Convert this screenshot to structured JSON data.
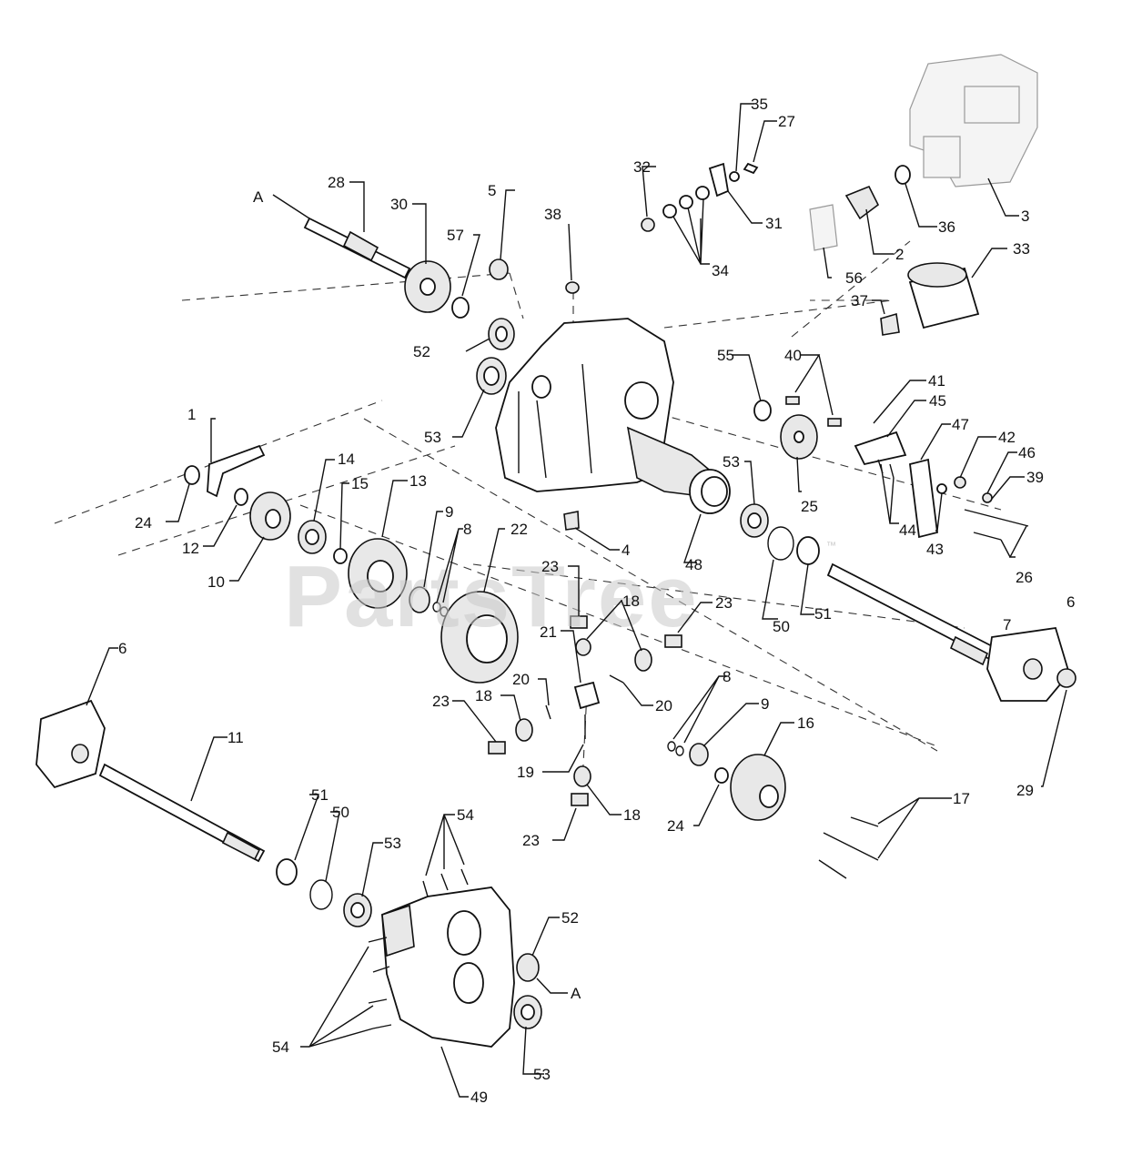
{
  "watermark": {
    "text": "PartsTree",
    "trademark": "™"
  },
  "callouts": {
    "a_top": "A",
    "a_bottom": "A",
    "p1": "1",
    "p2": "2",
    "p3": "3",
    "p4": "4",
    "p5": "5",
    "p6a": "6",
    "p6b": "6",
    "p7": "7",
    "p8a": "8",
    "p8b": "8",
    "p9a": "9",
    "p9b": "9",
    "p10": "10",
    "p11": "11",
    "p12": "12",
    "p13": "13",
    "p14": "14",
    "p15": "15",
    "p16": "16",
    "p17": "17",
    "p18a": "18",
    "p18b": "18",
    "p18c": "18",
    "p19": "19",
    "p20a": "20",
    "p20b": "20",
    "p21": "21",
    "p22": "22",
    "p23a": "23",
    "p23b": "23",
    "p23c": "23",
    "p23d": "23",
    "p24a": "24",
    "p24b": "24",
    "p25": "25",
    "p26": "26",
    "p27": "27",
    "p28": "28",
    "p29": "29",
    "p30": "30",
    "p31": "31",
    "p32": "32",
    "p33": "33",
    "p34": "34",
    "p35": "35",
    "p36": "36",
    "p37": "37",
    "p38": "38",
    "p39": "39",
    "p40": "40",
    "p41": "41",
    "p42": "42",
    "p43": "43",
    "p44": "44",
    "p45": "45",
    "p46": "46",
    "p47": "47",
    "p48": "48",
    "p49": "49",
    "p50a": "50",
    "p50b": "50",
    "p51a": "51",
    "p51b": "51",
    "p52a": "52",
    "p52b": "52",
    "p53a": "53",
    "p53b": "53",
    "p53c": "53",
    "p53d": "53",
    "p54a": "54",
    "p54b": "54",
    "p55": "55",
    "p56": "56",
    "p57": "57"
  }
}
